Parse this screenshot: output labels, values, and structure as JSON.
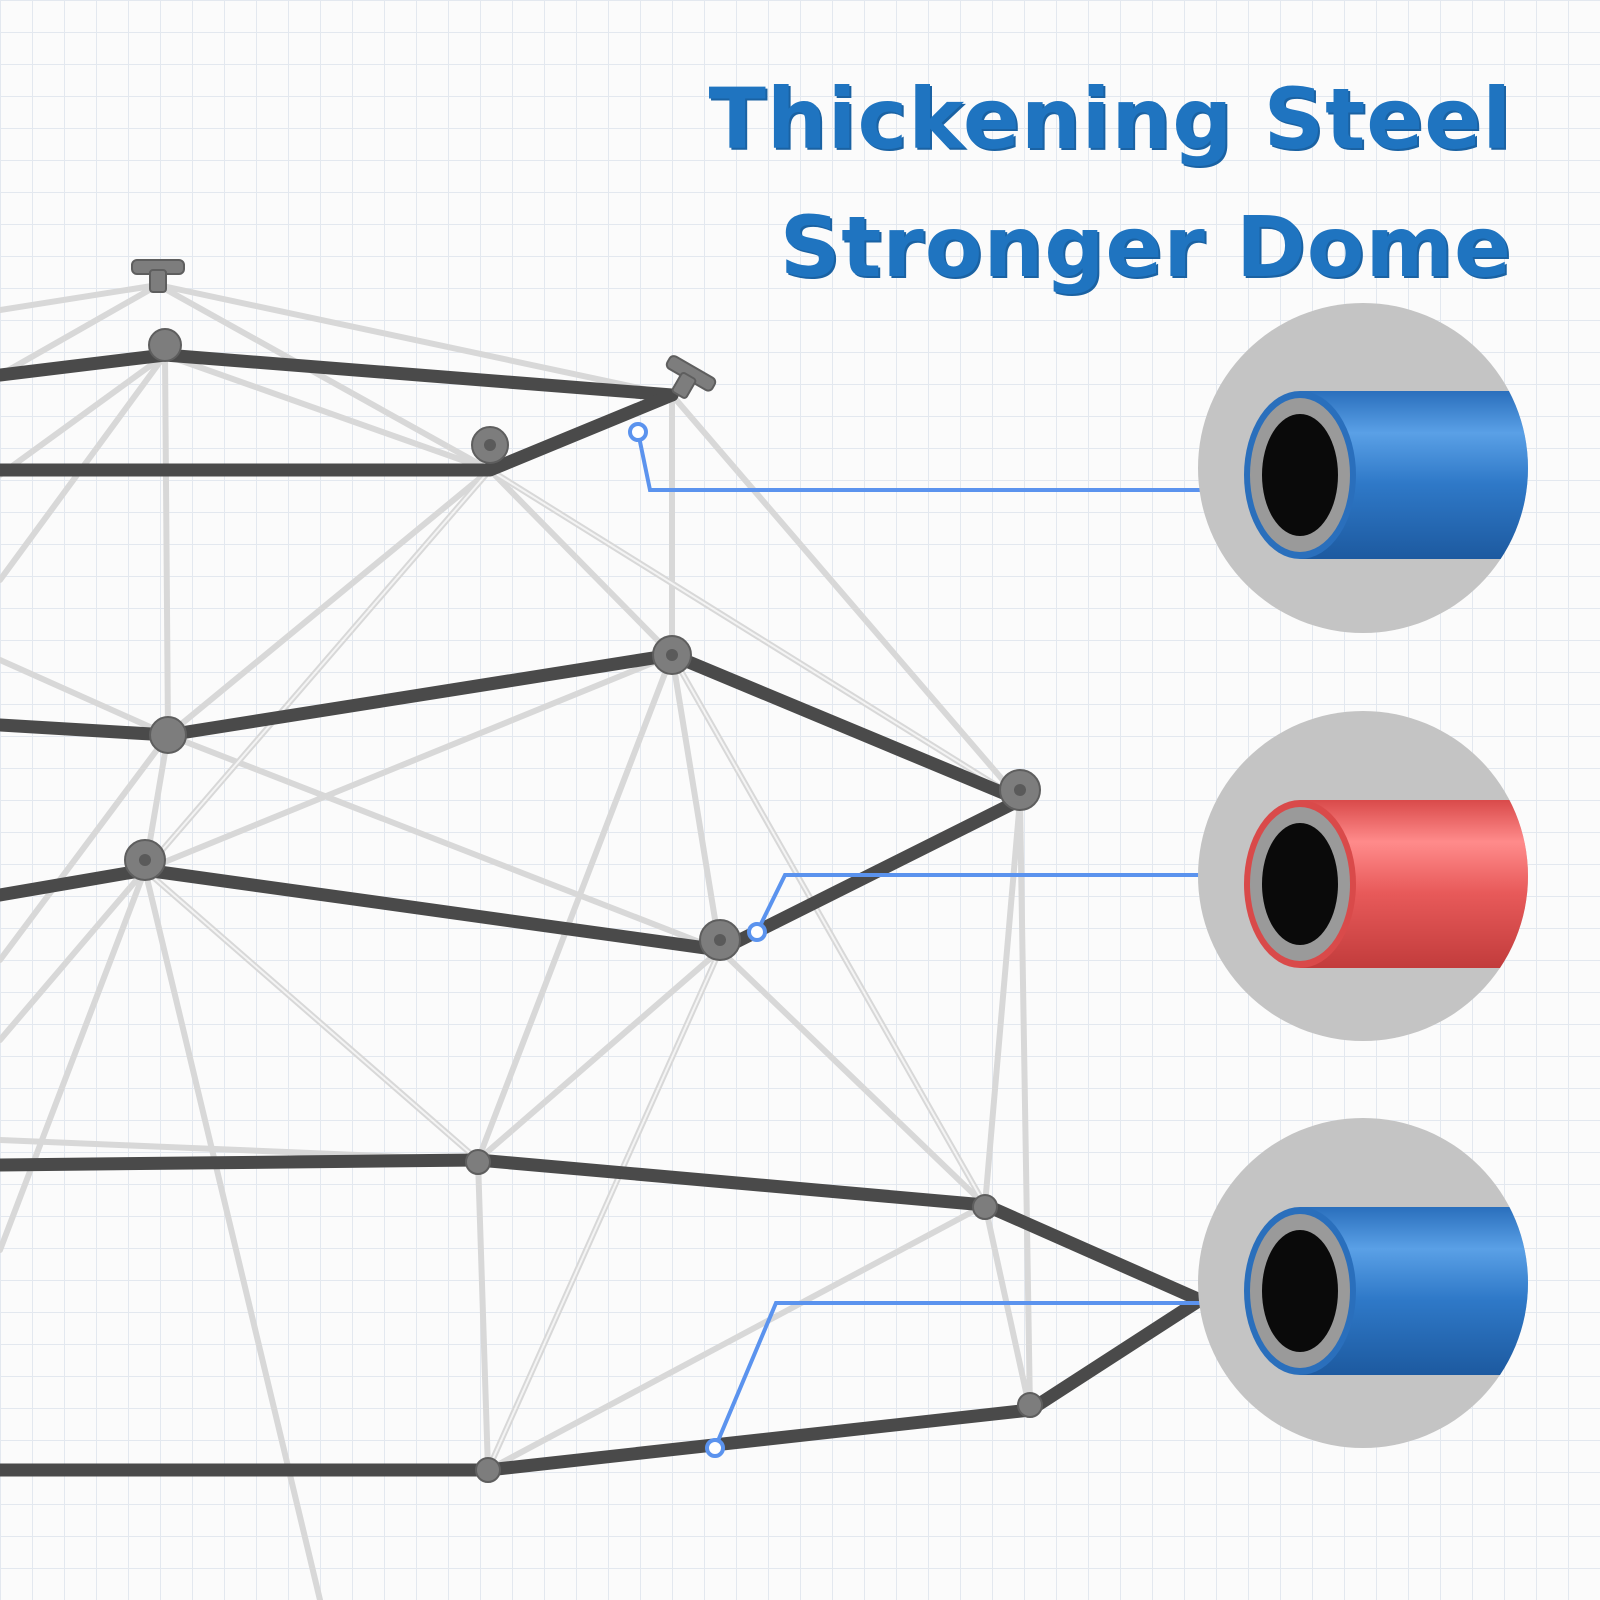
{
  "headline": {
    "line1": "Thickening Steel",
    "line2": "Stronger Dome",
    "color": "#1f74c0"
  },
  "colors": {
    "background": "#fbfbfb",
    "grid": "#e3e8ef",
    "dark_tube": "#4a4a4a",
    "light_tube": "#d8d8d8",
    "connector": "#7d7d7d",
    "callout_line": "#5b93ee",
    "circle_bg": "#c4c4c4"
  },
  "callouts": [
    {
      "name": "top-tube-callout",
      "tube_color": "#2f79c8",
      "tube_highlight": "#5aa0e6"
    },
    {
      "name": "middle-tube-callout",
      "tube_color": "#e85a5a",
      "tube_highlight": "#ff8b8b"
    },
    {
      "name": "bottom-tube-callout",
      "tube_color": "#2f79c8",
      "tube_highlight": "#5aa0e6"
    }
  ]
}
